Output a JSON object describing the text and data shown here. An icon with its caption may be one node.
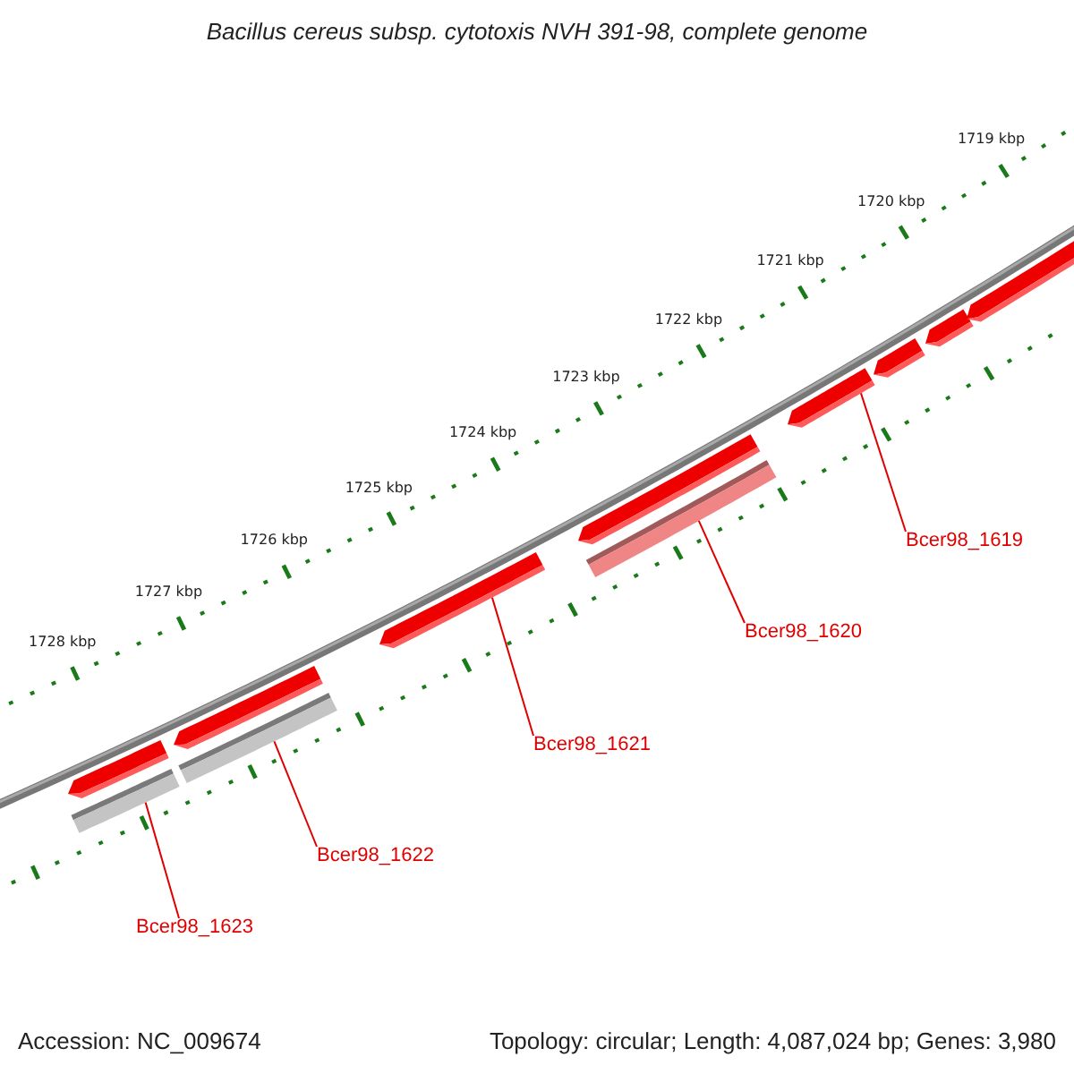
{
  "diagram": {
    "title": "Bacillus cereus subsp. cytotoxis NVH 391-98, complete genome",
    "nodes": [
      {
        "text": [
          "Bcer98_1619"
        ]
      },
      {
        "text": [
          "Bcer98_1620"
        ]
      },
      {
        "text": [
          "Bcer98_1621"
        ]
      },
      {
        "text": [
          "Bcer98_1622"
        ]
      },
      {
        "text": [
          "Bcer98_1623"
        ]
      },
      {
        "text": [],
        "shape": "bar"
      },
      {
        "text": [],
        "shape": "bar"
      },
      {
        "text": [],
        "shape": "bar"
      },
      {
        "text": [],
        "shape": "bar"
      },
      {
        "text": [],
        "shape": "bar"
      },
      {
        "text": [],
        "shape": "bar"
      },
      {
        "text": [],
        "shape": "bar"
      },
      {
        "text": [],
        "shape": "bar"
      },
      {
        "text": [],
        "shape": "bar"
      },
      {
        "text": [],
        "shape": "bar"
      },
      {
        "text": [],
        "shape": "bar"
      }
    ],
    "edges": [
      {
        "from": 0,
        "to": 9,
        "arrow": "none"
      },
      {
        "from": 1,
        "to": 15,
        "arrow": "none"
      },
      {
        "from": 2,
        "to": 7,
        "arrow": "none"
      },
      {
        "from": 3,
        "to": 14,
        "arrow": "none"
      },
      {
        "from": 4,
        "to": 13,
        "arrow": "none"
      }
    ],
    "labels": [
      "1719 kbp",
      "1720 kbp",
      "1721 kbp",
      "1722 kbp",
      "1723 kbp",
      "1724 kbp",
      "1725 kbp",
      "1726 kbp",
      "1727 kbp",
      "1728 kbp",
      "Accession: NC_009674",
      "Topology: circular; Length: 4,087,024 bp; Genes: 3,980"
    ]
  }
}
